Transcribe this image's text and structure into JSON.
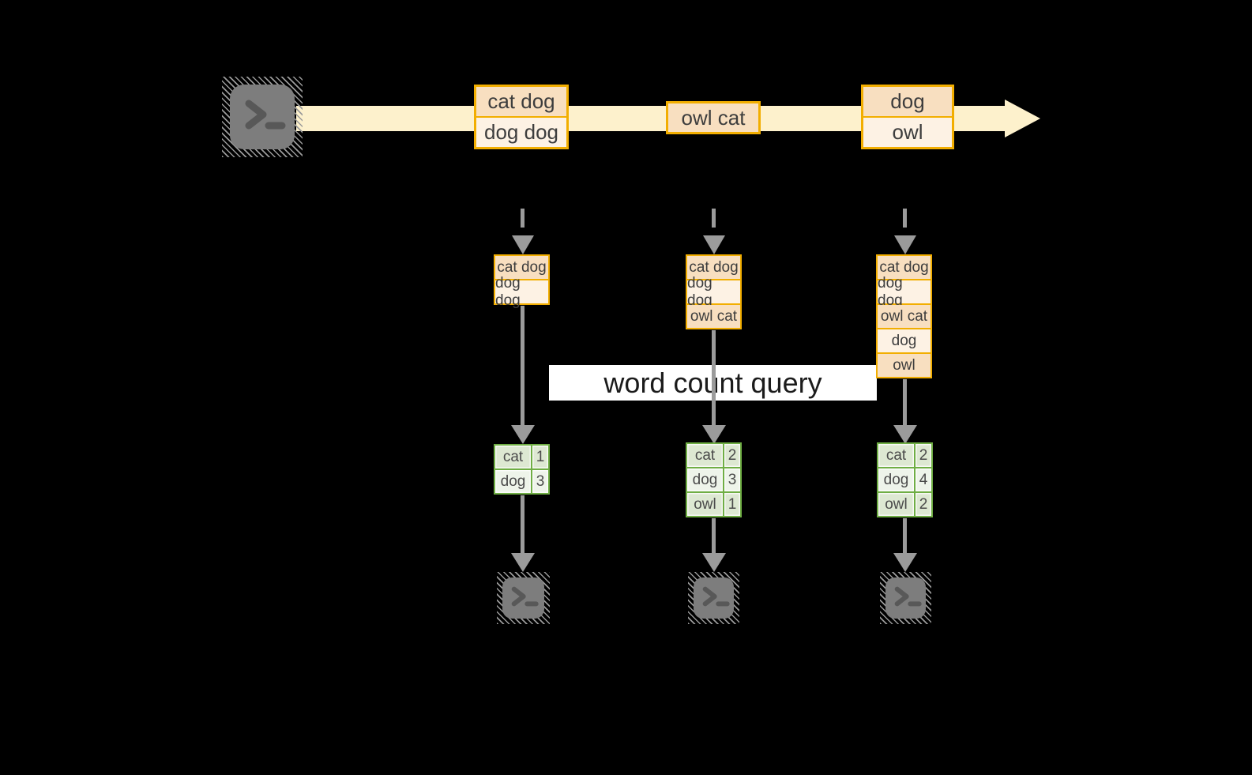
{
  "banner": {
    "label": "word count query"
  },
  "stream": {
    "source": "terminal",
    "records": [
      {
        "rows": [
          "cat dog",
          "dog dog"
        ]
      },
      {
        "rows": [
          "owl cat"
        ]
      },
      {
        "rows": [
          "dog",
          "owl"
        ]
      }
    ]
  },
  "workers": [
    {
      "buffer": [
        "cat dog",
        "dog dog"
      ],
      "counts": [
        {
          "word": "cat",
          "count": "1"
        },
        {
          "word": "dog",
          "count": "3"
        }
      ]
    },
    {
      "buffer": [
        "cat dog",
        "dog dog",
        "owl cat"
      ],
      "counts": [
        {
          "word": "cat",
          "count": "2"
        },
        {
          "word": "dog",
          "count": "3"
        },
        {
          "word": "owl",
          "count": "1"
        }
      ]
    },
    {
      "buffer": [
        "cat dog",
        "dog dog",
        "owl cat",
        "dog",
        "owl"
      ],
      "counts": [
        {
          "word": "cat",
          "count": "2"
        },
        {
          "word": "dog",
          "count": "4"
        },
        {
          "word": "owl",
          "count": "2"
        }
      ]
    }
  ],
  "colors": {
    "background": "#000000",
    "stream_band": "#fdf1cc",
    "record_border": "#f2ae00",
    "record_fill_dark": "#f8dfc0",
    "record_fill_light": "#fdf2e4",
    "table_border": "#6fae44",
    "table_fill_dark": "#dde8d2",
    "table_fill_light": "#eef4ea",
    "arrow_gray": "#9b9b9b",
    "terminal_gray": "#7d7d7d",
    "banner_bg": "#ffffff"
  }
}
